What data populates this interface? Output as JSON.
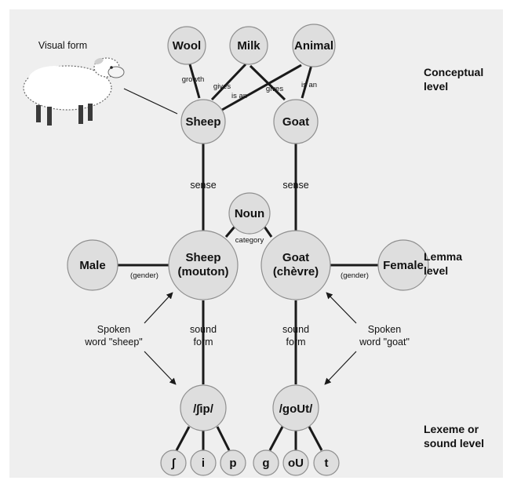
{
  "visual_form_label": "Visual form",
  "levels": {
    "conceptual": [
      "Conceptual",
      "level"
    ],
    "lemma": [
      "Lemma",
      "level"
    ],
    "lexeme": [
      "Lexeme or",
      "sound level"
    ]
  },
  "nodes": {
    "wool": [
      "Wool"
    ],
    "milk": [
      "Milk"
    ],
    "animal": [
      "Animal"
    ],
    "sheep_concept": [
      "Sheep"
    ],
    "goat_concept": [
      "Goat"
    ],
    "noun": [
      "Noun"
    ],
    "male": [
      "Male"
    ],
    "sheep_lemma": [
      "Sheep",
      "(mouton)"
    ],
    "goat_lemma": [
      "Goat",
      "(chèvre)"
    ],
    "female": [
      "Female"
    ],
    "sheep_form": [
      "/∫ip/"
    ],
    "goat_form": [
      "/goUt/"
    ],
    "ph_sh": [
      "∫"
    ],
    "ph_i": [
      "i"
    ],
    "ph_p": [
      "p"
    ],
    "ph_g": [
      "g"
    ],
    "ph_oU": [
      "oU"
    ],
    "ph_t": [
      "t"
    ]
  },
  "link_labels": {
    "growth": "growth",
    "gives_sheep": "gives",
    "is_an_sheep": "is an",
    "gives_goat": "gives",
    "is_an_goat": "is an",
    "category": "category",
    "gender_left": "(gender)",
    "gender_right": "(gender)",
    "sense_left": "sense",
    "sense_right": "sense",
    "sound_form_left": [
      "sound",
      "form"
    ],
    "sound_form_right": [
      "sound",
      "form"
    ]
  },
  "annotations": {
    "spoken_sheep": [
      "Spoken",
      "word \"sheep\""
    ],
    "spoken_goat": [
      "Spoken",
      "word \"goat\""
    ]
  }
}
